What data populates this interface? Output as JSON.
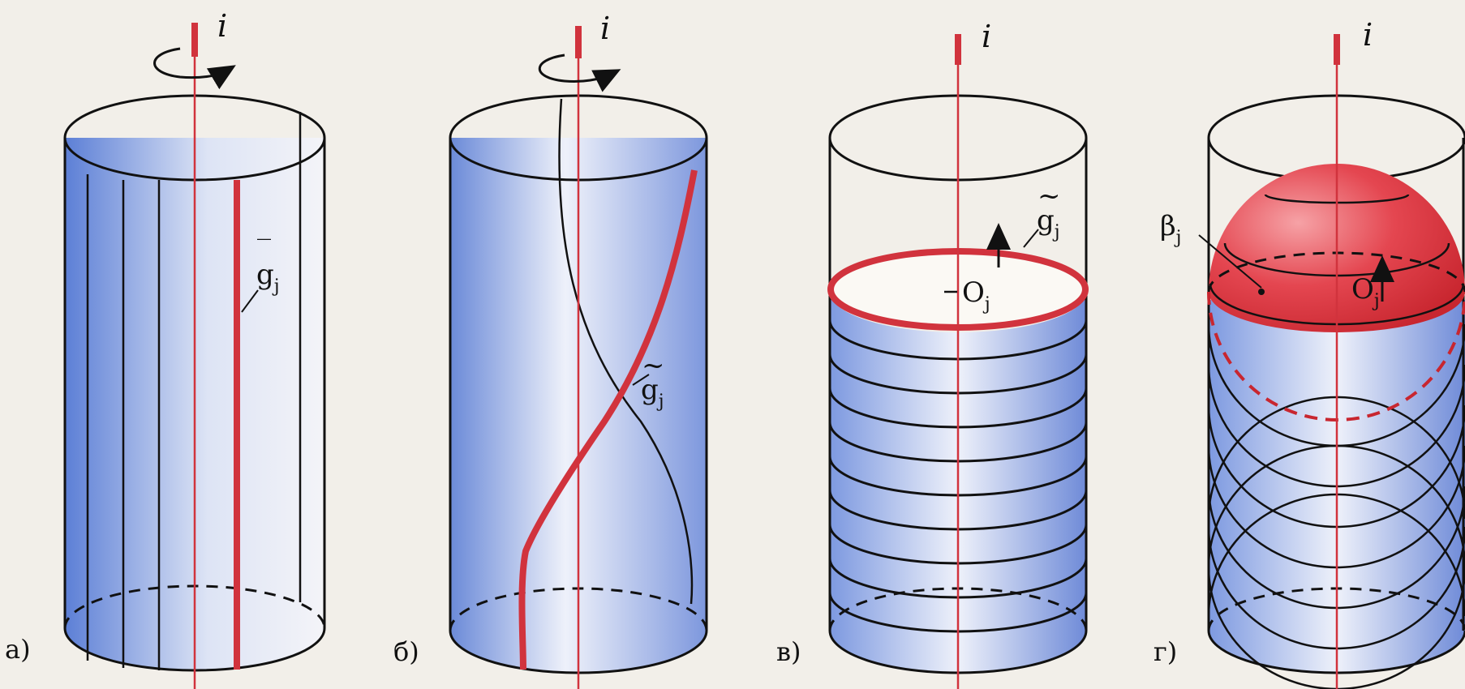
{
  "colors": {
    "background": "#f2efe9",
    "cylinder_shade": "#6f8fdc",
    "axis": "#d1333d",
    "generatrix": "#d1333d",
    "sphere": "#e23a45",
    "outline": "#111111"
  },
  "panels": [
    {
      "label": "a)",
      "axis_label": "i",
      "curve_label": "g",
      "curve_sub": "j",
      "curve_accent": "‾",
      "rotation_arrow": true
    },
    {
      "label": "б)",
      "axis_label": "i",
      "curve_label": "g",
      "curve_sub": "j",
      "curve_accent": "~",
      "rotation_arrow": true
    },
    {
      "label": "в)",
      "axis_label": "i",
      "curve_label": "g",
      "curve_sub": "j",
      "curve_accent": "~",
      "center_label": "O",
      "center_sub": "j"
    },
    {
      "label": "г)",
      "axis_label": "i",
      "sphere_label": "β",
      "sphere_sub": "j",
      "center_label": "O",
      "center_sub": "j"
    }
  ]
}
